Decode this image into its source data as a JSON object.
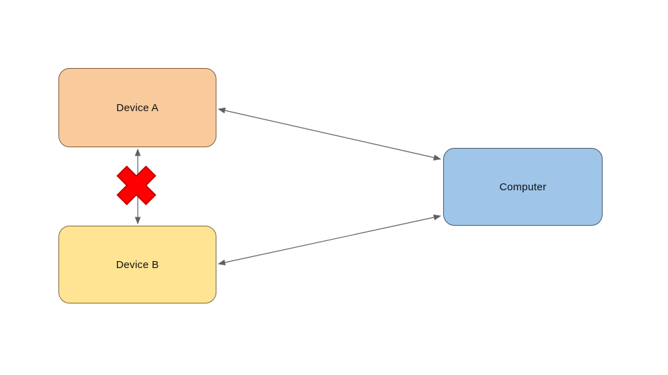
{
  "diagram": {
    "nodes": [
      {
        "id": "device-a",
        "label": "Device A",
        "fill": "#F9CB9C",
        "border": "#7d5b35"
      },
      {
        "id": "device-b",
        "label": "Device B",
        "fill": "#FEE493",
        "border": "#7d6a35"
      },
      {
        "id": "computer",
        "label": "Computer",
        "fill": "#9FC5E8",
        "border": "#48566b"
      }
    ],
    "connectors": [
      {
        "id": "device-a-device-b",
        "from": "Device A",
        "to": "Device B",
        "style": "double-arrow",
        "blocked": true
      },
      {
        "id": "device-a-computer",
        "from": "Device A",
        "to": "Computer",
        "style": "double-arrow",
        "blocked": false
      },
      {
        "id": "device-b-computer",
        "from": "Device B",
        "to": "Computer",
        "style": "double-arrow",
        "blocked": false
      }
    ],
    "connector_color": "#606060",
    "blocked_icon": {
      "name": "red-x",
      "fill": "#FF0000",
      "stroke": "#C40000"
    }
  }
}
